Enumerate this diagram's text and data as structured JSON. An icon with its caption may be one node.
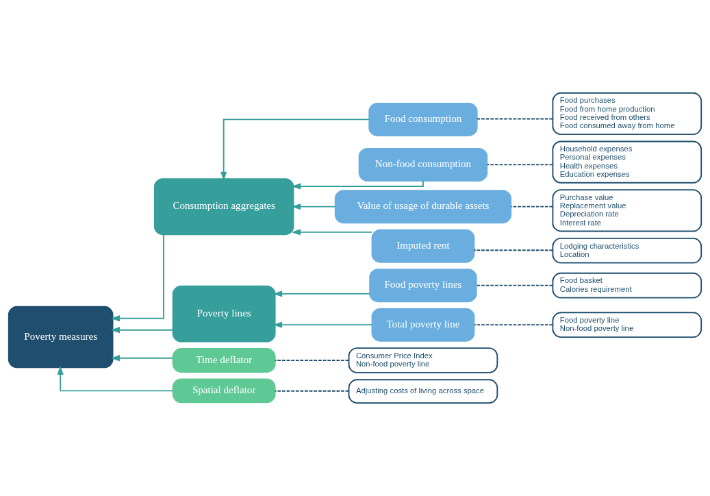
{
  "diagram": {
    "nodes": [
      {
        "text": [
          "Poverty measures"
        ]
      },
      {
        "text": [
          "Consumption aggregates"
        ]
      },
      {
        "text": [
          "Poverty lines"
        ]
      },
      {
        "text": [
          "Time deflator"
        ]
      },
      {
        "text": [
          "Spatial deflator"
        ]
      },
      {
        "text": [
          "Food consumption"
        ]
      },
      {
        "text": [
          "Non-food consumption"
        ]
      },
      {
        "text": [
          "Value of usage of durable assets"
        ]
      },
      {
        "text": [
          "Imputed rent"
        ]
      },
      {
        "text": [
          "Food poverty lines"
        ]
      },
      {
        "text": [
          "Total poverty line"
        ]
      },
      {
        "text": [
          "Food purchases",
          "Food from home production",
          "Food received from others",
          "Food consumed away from home"
        ]
      },
      {
        "text": [
          "Household expenses",
          "Personal expenses",
          "Health expenses",
          "Education expenses"
        ]
      },
      {
        "text": [
          "Purchase value",
          "Replacement value",
          "Depreciation rate",
          "Interest rate"
        ]
      },
      {
        "text": [
          "Lodging characteristics",
          "Location"
        ]
      },
      {
        "text": [
          "Food basket",
          "Calories requirement"
        ]
      },
      {
        "text": [
          "Food poverty line",
          "Non-food poverty line"
        ]
      },
      {
        "text": [
          "Consumer Price Index",
          "Non-food poverty line"
        ]
      },
      {
        "text": [
          "Adjusting costs of living across space"
        ]
      }
    ],
    "edges": [
      {
        "from": 5,
        "to": 1,
        "arrow": "to"
      },
      {
        "from": 6,
        "to": 1,
        "arrow": "to"
      },
      {
        "from": 7,
        "to": 1,
        "arrow": "to"
      },
      {
        "from": 8,
        "to": 1,
        "arrow": "to"
      },
      {
        "from": 1,
        "to": 0,
        "arrow": "to"
      },
      {
        "from": 9,
        "to": 2,
        "arrow": "to"
      },
      {
        "from": 10,
        "to": 2,
        "arrow": "to"
      },
      {
        "from": 2,
        "to": 0,
        "arrow": "to"
      },
      {
        "from": 3,
        "to": 0,
        "arrow": "to"
      },
      {
        "from": 4,
        "to": 0,
        "arrow": "to"
      },
      {
        "from": 5,
        "to": 11,
        "arrow": "none",
        "style": "dashed",
        "color": "#1f4e6e"
      },
      {
        "from": 6,
        "to": 12,
        "arrow": "none",
        "style": "dashed",
        "color": "#1f4e6e"
      },
      {
        "from": 7,
        "to": 13,
        "arrow": "none",
        "style": "dashed",
        "color": "#1f4e6e"
      },
      {
        "from": 8,
        "to": 14,
        "arrow": "none",
        "style": "dashed",
        "color": "#1f4e6e"
      },
      {
        "from": 9,
        "to": 15,
        "arrow": "none",
        "style": "dashed",
        "color": "#1f4e6e"
      },
      {
        "from": 10,
        "to": 16,
        "arrow": "none",
        "style": "dashed",
        "color": "#1f4e6e"
      },
      {
        "from": 3,
        "to": 17,
        "arrow": "none",
        "style": "dashed",
        "color": "#1f4e6e"
      },
      {
        "from": 4,
        "to": 18,
        "arrow": "none",
        "style": "dashed",
        "color": "#1f4e6e"
      }
    ]
  }
}
